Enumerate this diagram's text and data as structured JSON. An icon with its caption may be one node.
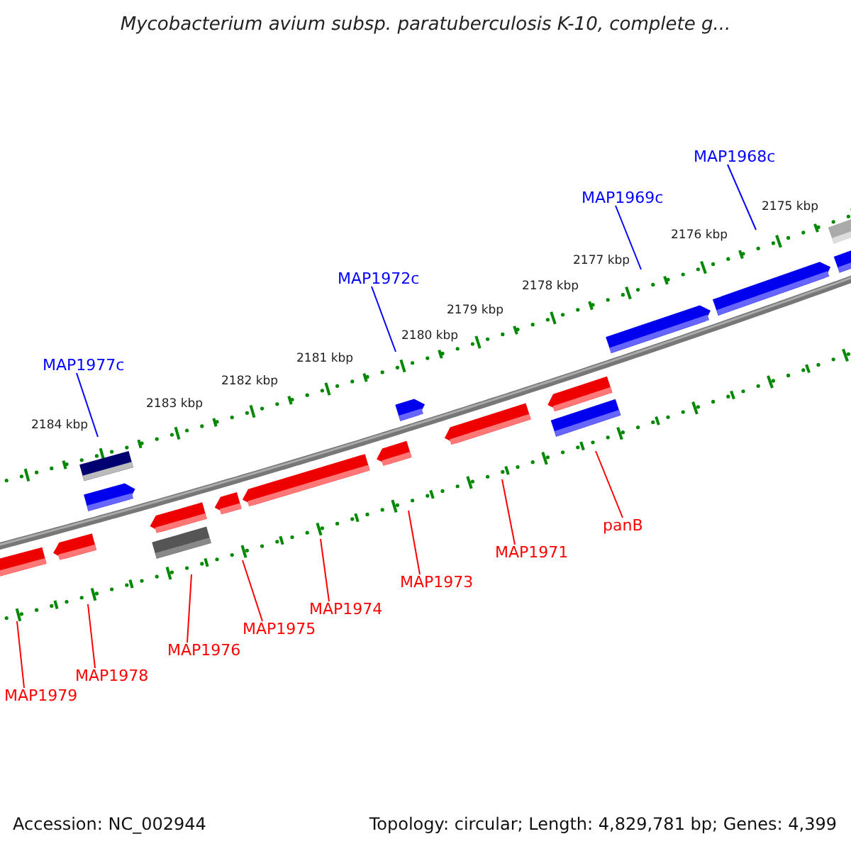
{
  "diagram": {
    "title": "Mycobacterium avium subsp. paratuberculosis K-10, complete g...",
    "nodes": [
      {
        "text": [
          "MAP1968c"
        ]
      },
      {
        "text": [
          "MAP1969c"
        ]
      },
      {
        "text": [
          "MAP1972c"
        ]
      },
      {
        "text": [
          "MAP1977c"
        ]
      },
      {
        "text": [
          "panB"
        ]
      },
      {
        "text": [
          "MAP1971"
        ]
      },
      {
        "text": [
          "MAP1973"
        ]
      },
      {
        "text": [
          "MAP1974"
        ]
      },
      {
        "text": [
          "MAP1975"
        ]
      },
      {
        "text": [
          "MAP1976"
        ]
      },
      {
        "text": [
          "MAP1978"
        ]
      },
      {
        "text": [
          "MAP1979"
        ]
      }
    ],
    "edges": [
      {
        "from": 0,
        "to": null,
        "arrow": "none",
        "color": "#0000ff"
      },
      {
        "from": 1,
        "to": null,
        "arrow": "none",
        "color": "#0000ff"
      },
      {
        "from": 2,
        "to": null,
        "arrow": "none",
        "color": "#0000ff"
      },
      {
        "from": 3,
        "to": null,
        "arrow": "none",
        "color": "#0000ff"
      },
      {
        "from": 4,
        "to": null,
        "arrow": "none"
      },
      {
        "from": 5,
        "to": null,
        "arrow": "none"
      },
      {
        "from": 6,
        "to": null,
        "arrow": "none"
      },
      {
        "from": 7,
        "to": null,
        "arrow": "none"
      },
      {
        "from": 8,
        "to": null,
        "arrow": "none"
      },
      {
        "from": 9,
        "to": null,
        "arrow": "none"
      },
      {
        "from": 10,
        "to": null,
        "arrow": "none"
      },
      {
        "from": 11,
        "to": null,
        "arrow": "none"
      }
    ],
    "labels": [
      "2175 kbp",
      "2176 kbp",
      "2177 kbp",
      "2178 kbp",
      "2179 kbp",
      "2180 kbp",
      "2181 kbp",
      "2182 kbp",
      "2183 kbp",
      "2184 kbp",
      "Accession: NC_002944",
      "Topology: circular; Length: 4,829,781 bp; Genes: 4,399"
    ]
  }
}
